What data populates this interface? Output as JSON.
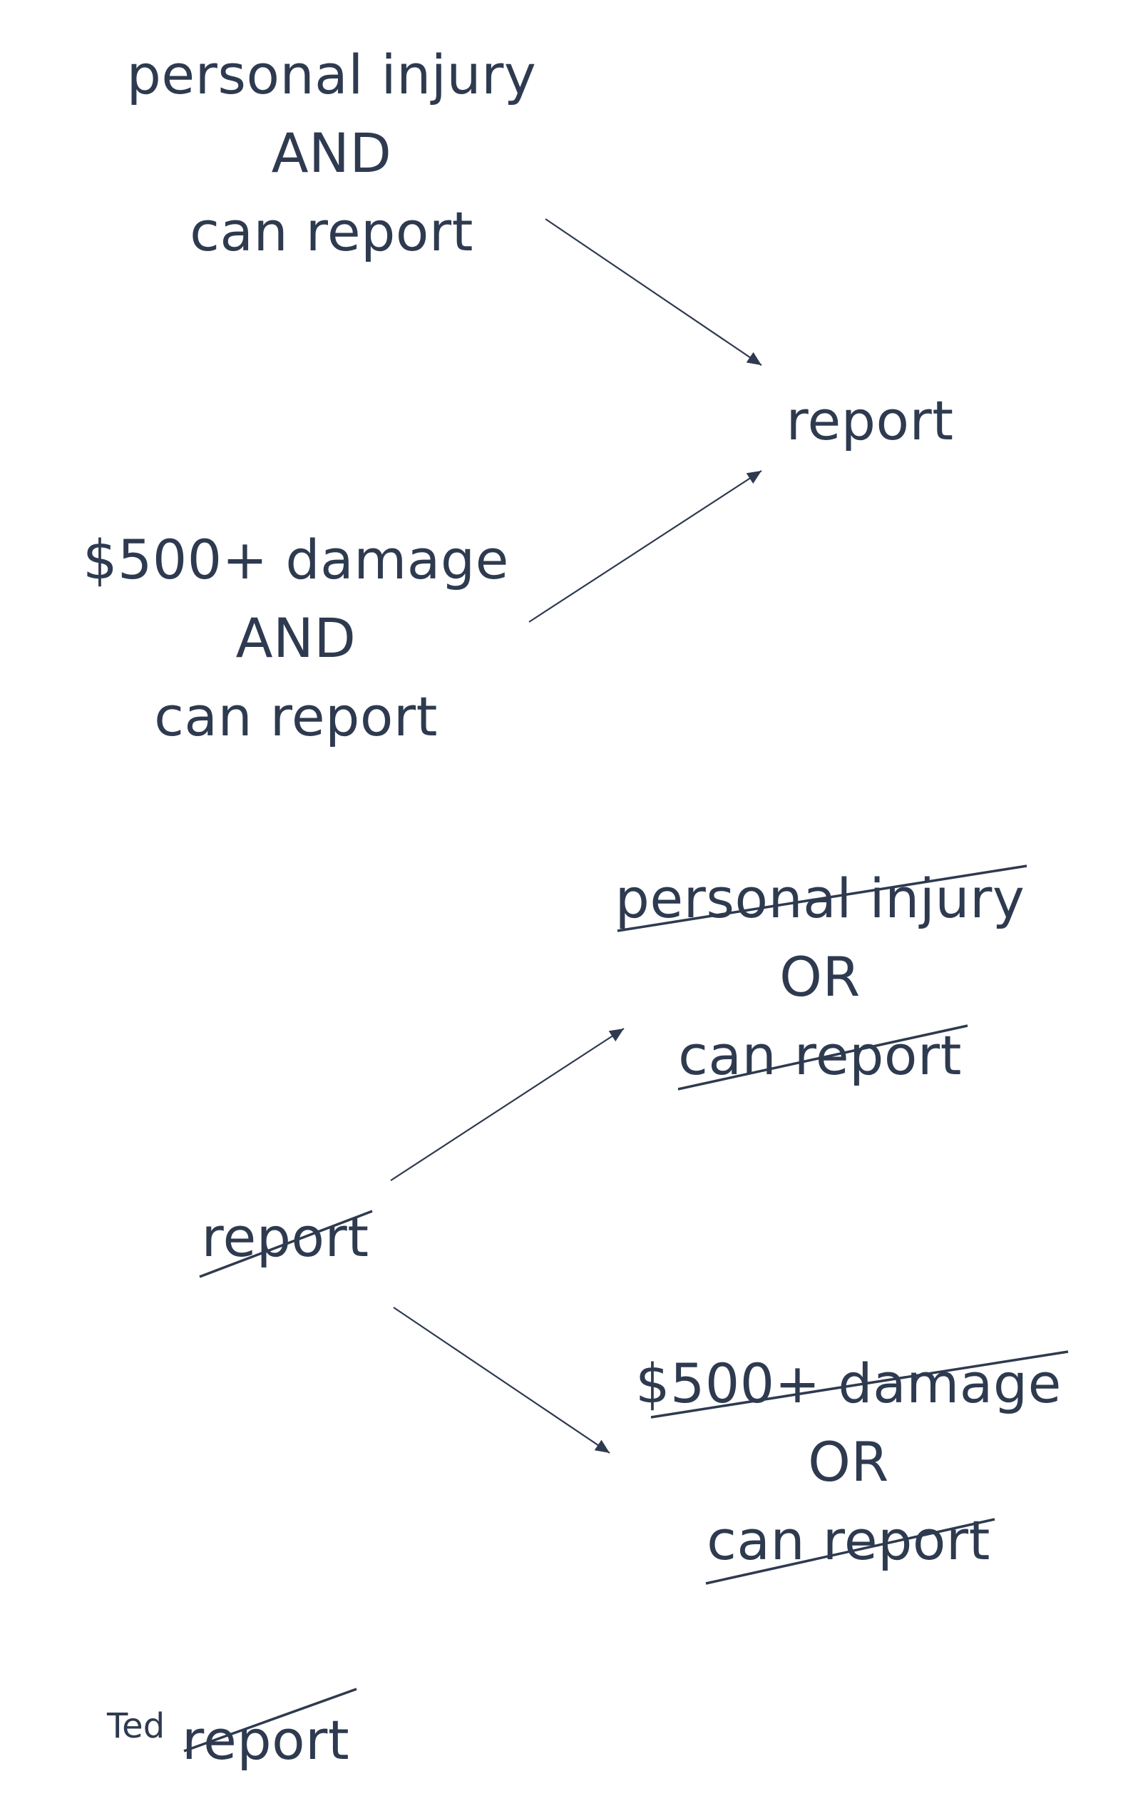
{
  "colors": {
    "ink": "#2e3a4f",
    "background": "#ffffff"
  },
  "diagram": {
    "top_left": {
      "line1": "personal injury",
      "line2": "AND",
      "line3": "can report"
    },
    "middle_left": {
      "line1": "$500+ damage",
      "line2": "AND",
      "line3": "can report"
    },
    "top_right": {
      "text": "report"
    },
    "bottom_left": {
      "text": "report",
      "struck": true
    },
    "bottom_right_upper": {
      "line1": "personal injury",
      "line2": "OR",
      "line3": "can report",
      "line1_struck": true,
      "line3_struck": true
    },
    "bottom_right_lower": {
      "line1": "$500+ damage",
      "line2": "OR",
      "line3": "can report",
      "line1_struck": true,
      "line3_struck": true
    },
    "footer": {
      "label": "Ted",
      "word": "report",
      "struck": true
    }
  }
}
